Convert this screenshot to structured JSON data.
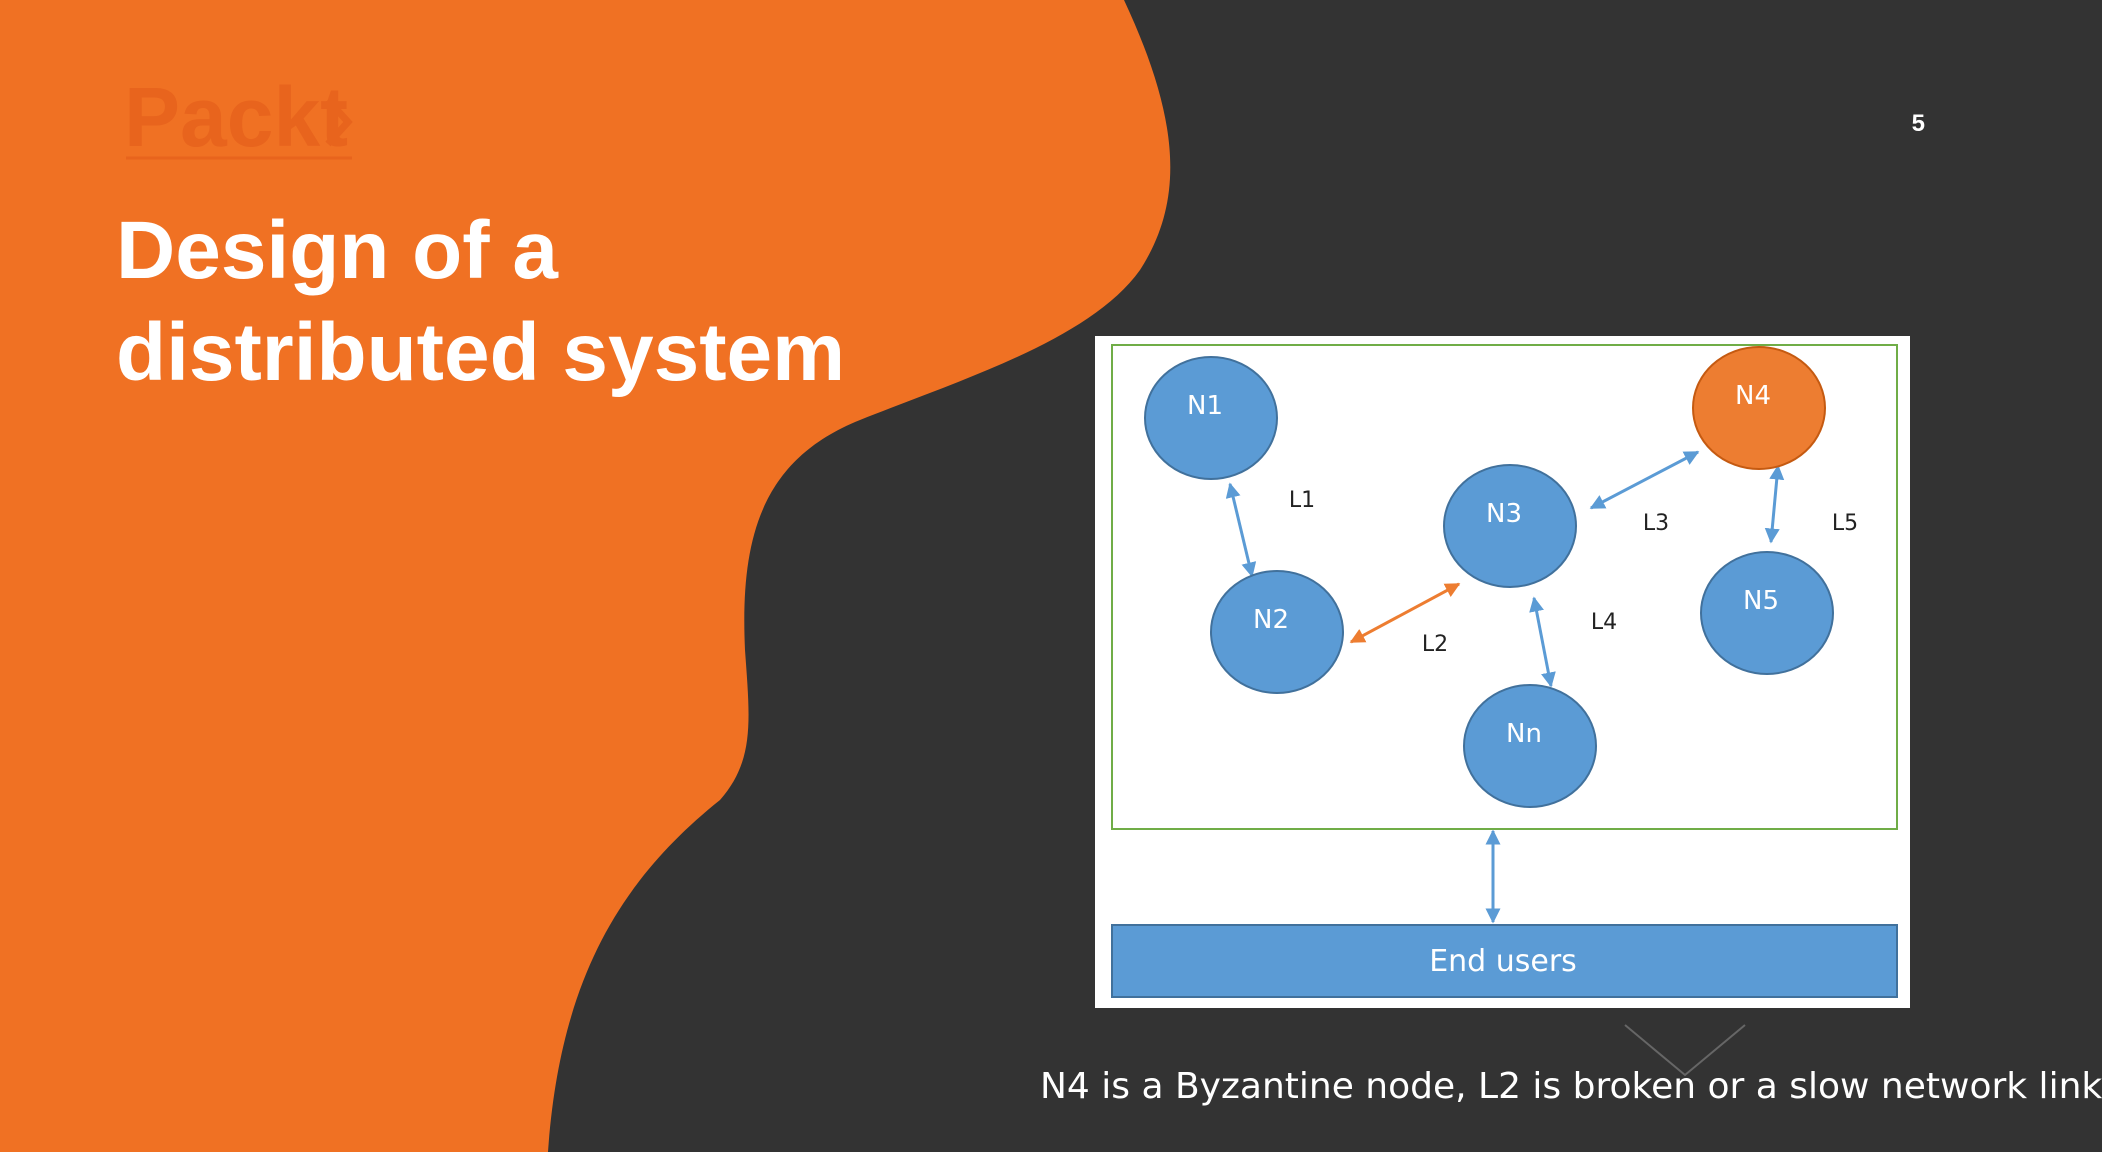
{
  "slide": {
    "number": "5",
    "title_line1": "Design of a",
    "title_line2": "distributed system",
    "logo_text": "Packt",
    "caption": "N4 is a Byzantine node, L2 is broken or a slow network link"
  },
  "colors": {
    "background": "#333333",
    "orange": "#f07123",
    "node_blue": "#5b9bd5",
    "byzantine_orange": "#ed7d31",
    "boundary_green": "#70ad47"
  },
  "diagram": {
    "nodes": [
      {
        "id": "N1",
        "label": "N1",
        "state": "normal"
      },
      {
        "id": "N2",
        "label": "N2",
        "state": "normal"
      },
      {
        "id": "N3",
        "label": "N3",
        "state": "normal"
      },
      {
        "id": "N4",
        "label": "N4",
        "state": "byzantine"
      },
      {
        "id": "N5",
        "label": "N5",
        "state": "normal"
      },
      {
        "id": "Nn",
        "label": "Nn",
        "state": "normal"
      }
    ],
    "links": [
      {
        "id": "L1",
        "label": "L1",
        "from": "N1",
        "to": "N2",
        "state": "normal"
      },
      {
        "id": "L2",
        "label": "L2",
        "from": "N2",
        "to": "N3",
        "state": "broken"
      },
      {
        "id": "L3",
        "label": "L3",
        "from": "N3",
        "to": "N4",
        "state": "normal"
      },
      {
        "id": "L4",
        "label": "L4",
        "from": "N3",
        "to": "Nn",
        "state": "normal"
      },
      {
        "id": "L5",
        "label": "L5",
        "from": "N4",
        "to": "N5",
        "state": "normal"
      }
    ],
    "end_users_label": "End users"
  }
}
